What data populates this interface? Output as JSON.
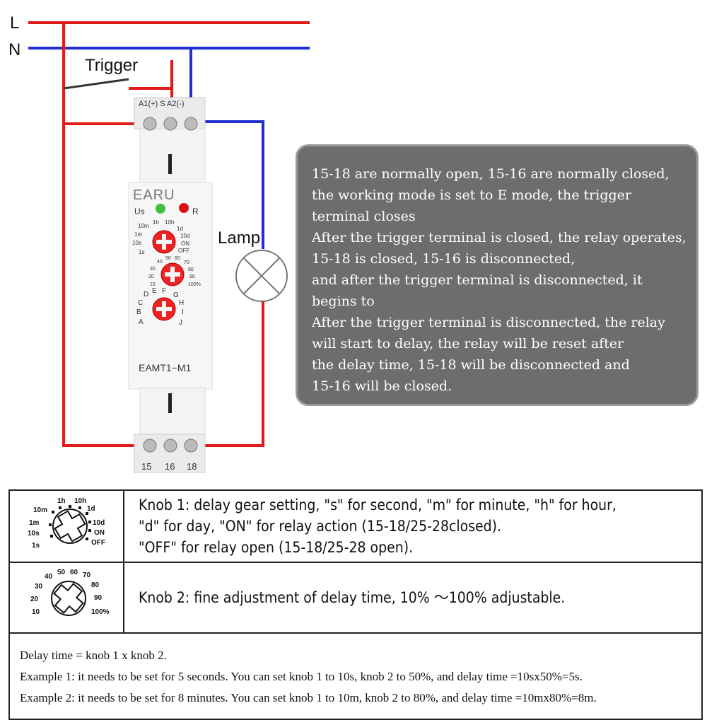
{
  "diagram": {
    "line_label": "L",
    "neutral_label": "N",
    "trigger_label": "Trigger",
    "lamp_label": "Lamp",
    "colors": {
      "line": "#e11a1a",
      "neutral": "#1f2fd0",
      "box_bg": "#6d6d6d"
    },
    "module": {
      "brand": "EARU",
      "model": "EAMT1−M1",
      "top_terminals": "A1(+)  S  A2(-)",
      "us_label": "Us",
      "r_label": "R",
      "bottom_terminals": [
        "15",
        "16",
        "18"
      ],
      "knob1_scale": [
        "10m",
        "1h",
        "10h",
        "1m",
        "1d",
        "10s",
        "10d",
        "1s",
        "ON",
        "OFF"
      ],
      "knob2_scale": [
        "40",
        "50",
        "60",
        "70",
        "30",
        "80",
        "20",
        "90",
        "10",
        "100%"
      ],
      "knob3_scale": [
        "D",
        "E",
        "F",
        "G",
        "C",
        "H",
        "B",
        "I",
        "A",
        "J"
      ]
    }
  },
  "info_lines": [
    "15-18 are normally open, 15-16 are normally closed,",
    "the working mode is set to E mode, the trigger",
    "terminal closes",
    "After the trigger terminal is closed, the relay operates,",
    "15-18 is closed, 15-16 is disconnected,",
    "and after the trigger terminal is disconnected, it",
    "begins to",
    "After the trigger terminal is disconnected, the relay",
    "will start to delay, the relay will be reset after",
    "the delay time, 15-18 will be disconnected and",
    "15-16 will be closed."
  ],
  "knob1": {
    "icon_labels": [
      "10m",
      "1h",
      "10h",
      "1m",
      "1d",
      "10s",
      "10d",
      "1s",
      "ON",
      "OFF"
    ],
    "lines": [
      "Knob 1: delay gear setting, \"s\" for second, \"m\" for minute, \"h\" for hour,",
      "\"d\" for day, \"ON\" for relay action (15-18/25-28closed).",
      "\"OFF\" for relay open (15-18/25-28 open)."
    ]
  },
  "knob2": {
    "icon_labels": [
      "40",
      "50",
      "60",
      "70",
      "30",
      "80",
      "20",
      "90",
      "10",
      "100%"
    ],
    "lines": [
      "Knob 2: fine adjustment of delay time, 10% ～100% adjustable."
    ]
  },
  "formula": [
    "Delay time = knob 1 x knob 2.",
    "Example 1: it needs to be set for 5 seconds. You can set knob 1 to 10s, knob 2 to 50%, and delay time =10sx50%=5s.",
    "Example 2: it needs to be set for 8 minutes. You can set knob 1 to 10m, knob 2 to 80%, and delay time =10mx80%=8m."
  ]
}
